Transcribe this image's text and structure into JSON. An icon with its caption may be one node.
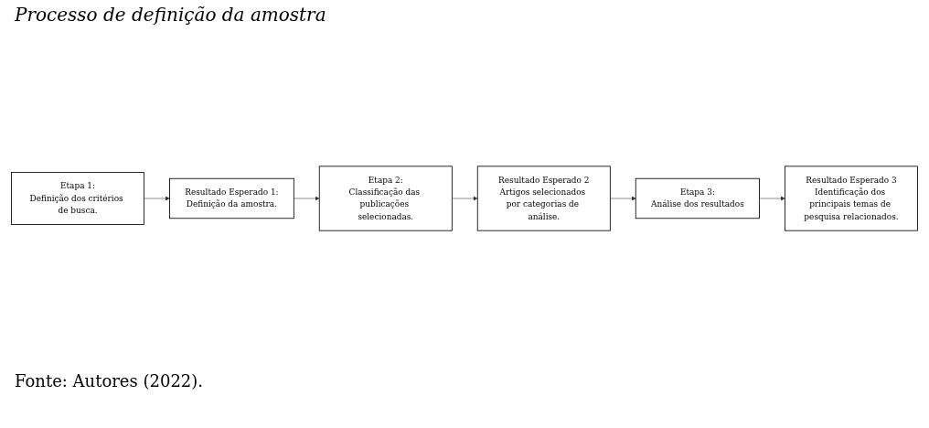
{
  "diagram": {
    "title": "Processo de definição da amostra",
    "caption": "Fonte: Autores (2022).",
    "nodes": [
      {
        "text": [
          "Etapa 1:",
          "Definição dos critérios de busca."
        ]
      },
      {
        "text": [
          "Resultado Esperado 1:",
          "Definição da amostra."
        ]
      },
      {
        "text": [
          "Etapa 2:",
          "Classificação das publicações selecionadas."
        ]
      },
      {
        "text": [
          "Resultado Esperado 2",
          "Artigos selecionados por categorias de análise."
        ]
      },
      {
        "text": [
          "Etapa 3:",
          "Análise dos resultados"
        ]
      },
      {
        "text": [
          "Resultado Esperado 3",
          "Identificação dos principais temas de pesquisa relacionados."
        ]
      }
    ],
    "edges": [
      {
        "from": 0,
        "to": 1,
        "arrow": "to"
      },
      {
        "from": 1,
        "to": 2,
        "arrow": "to"
      },
      {
        "from": 2,
        "to": 3,
        "arrow": "to"
      },
      {
        "from": 3,
        "to": 4,
        "arrow": "to"
      },
      {
        "from": 4,
        "to": 5,
        "arrow": "to"
      }
    ]
  }
}
